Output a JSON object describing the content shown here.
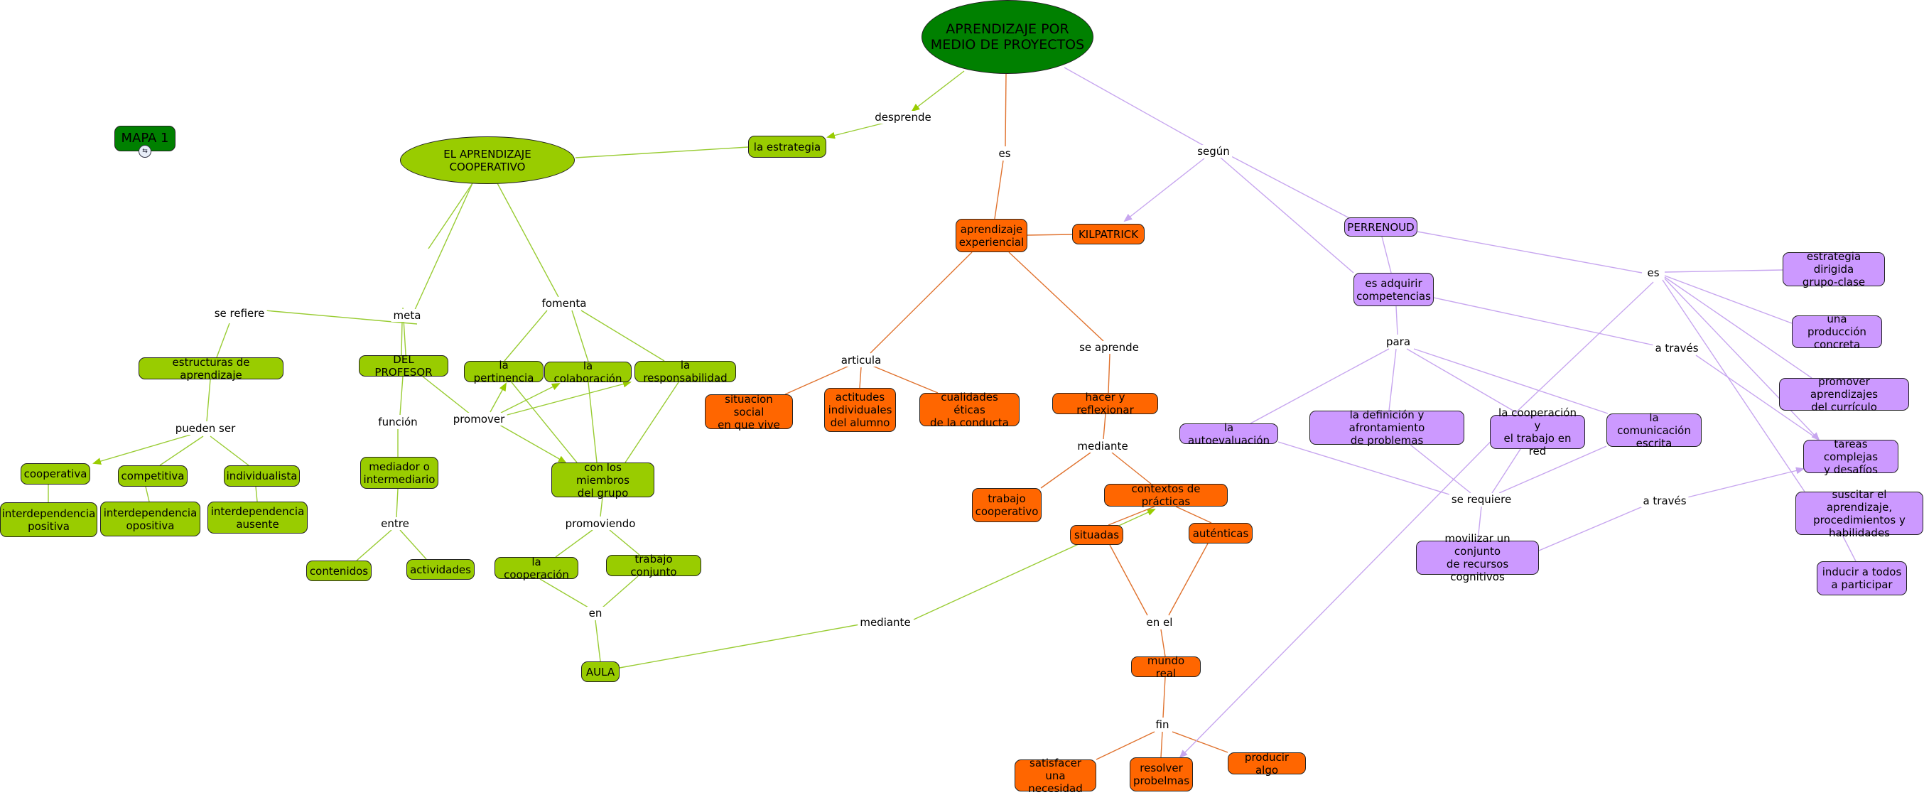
{
  "colors": {
    "dark_green": "#008000",
    "light_green": "#99cc00",
    "orange": "#ff6600",
    "purple": "#cc99ff",
    "green_line": "#99cc33",
    "orange_line": "#e0722e",
    "purple_line": "#c7a6ef"
  },
  "nodes": {
    "main": "APRENDIZAJE POR\nMEDIO DE PROYECTOS",
    "mapa": "MAPA 1",
    "coop": "EL APRENDIZAJE COOPERATIVO",
    "estrategia": "la estrategia",
    "estructuras": "estructuras de aprendizaje",
    "cooperativa": "cooperativa",
    "competitiva": "competitiva",
    "individualista": "individualista",
    "interd_pos": "interdependencia\npositiva",
    "interd_opo": "interdependencia\nopositiva",
    "interd_aus": "interdependencia\nausente",
    "profesor": "DEL PROFESOR",
    "mediador": "mediador o\nintermediario",
    "contenidos": "contenidos",
    "actividades": "actividades",
    "pertinencia": "la pertinencia",
    "colaboracion": "la colaboración",
    "responsabilidad": "la responsabilidad",
    "miembros": "con los miembros\ndel grupo",
    "cooperacion": "la cooperación",
    "trabajo_conjunto": "trabajo conjunto",
    "aula": "AULA",
    "aprendizaje_exp": "aprendizaje\nexperiencial",
    "kilpatrick": "KILPATRICK",
    "situacion": "situacion social\nen que vive",
    "actitudes": "actitudes\nindividuales\ndel alumno",
    "cualidades": "cualidades éticas\nde la conducta",
    "hacer": "hacer y reflexionar",
    "trabajo_coop": "trabajo\ncooperativo",
    "contextos": "contextos de prácticas",
    "situadas": "situadas",
    "autenticas": "auténticas",
    "mundo_real": "mundo real",
    "satisfacer": "satisfacer una\nnecesidad",
    "resolver": "resolver\nprobelmas",
    "producir": "producir algo",
    "perrenoud": "PERRENOUD",
    "adquirir": "es adquirir\ncompetencias",
    "estrategia_dirigida": "estrategia dirigida\ngrupo-clase",
    "produccion": "una producción\nconcreta",
    "promover_aprend": "promover aprendizajes\ndel currículo",
    "tareas": "tareas complejas\ny desafíos",
    "suscitar": "suscitar el aprendizaje,\nprocedimientos y\nhabilidades",
    "inducir": "inducir a todos\na participar",
    "autoevaluacion": "la autoevaluación",
    "definicion": "la definición y afrontamiento\nde problemas",
    "coop_red": "la cooperación y\nel trabajo en red",
    "comunicacion": "la comunicación\nescrita",
    "movilizar": "movilizar un conjunto\nde recursos cognitivos"
  },
  "links": {
    "desprende": "desprende",
    "es_1": "es",
    "segun": "según",
    "se_refiere": "se refiere",
    "meta": "meta",
    "fomenta": "fomenta",
    "pueden_ser": "pueden ser",
    "funcion": "función",
    "promover": "promover",
    "entre": "entre",
    "promoviendo": "promoviendo",
    "en": "en",
    "mediante_1": "mediante",
    "articula": "articula",
    "se_aprende": "se aprende",
    "mediante_2": "mediante",
    "en_el": "en el",
    "fin": "fin",
    "es_2": "es",
    "para": "para",
    "a_traves_1": "a través",
    "se_requiere": "se requiere",
    "a_traves_2": "a través"
  }
}
